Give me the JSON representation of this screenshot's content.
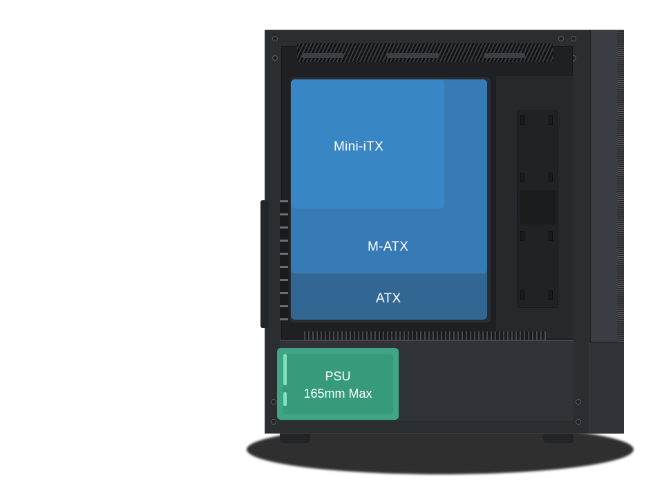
{
  "image": {
    "subject": "PC case (side view, glass panel open) with motherboard and PSU compatibility overlay",
    "colors": {
      "background": "#ffffff",
      "case_body": "#2b2e31",
      "board_overlay_blue": "#3987c6",
      "psu_overlay_green": "#3fa585",
      "label_text": "#ffffff"
    }
  },
  "overlays": {
    "motherboards": [
      {
        "id": "mini-itx",
        "label": "Mini-iTX"
      },
      {
        "id": "m-atx",
        "label": "M-ATX"
      },
      {
        "id": "atx",
        "label": "ATX"
      }
    ],
    "psu": {
      "title": "PSU",
      "subtitle": "165mm Max"
    }
  }
}
